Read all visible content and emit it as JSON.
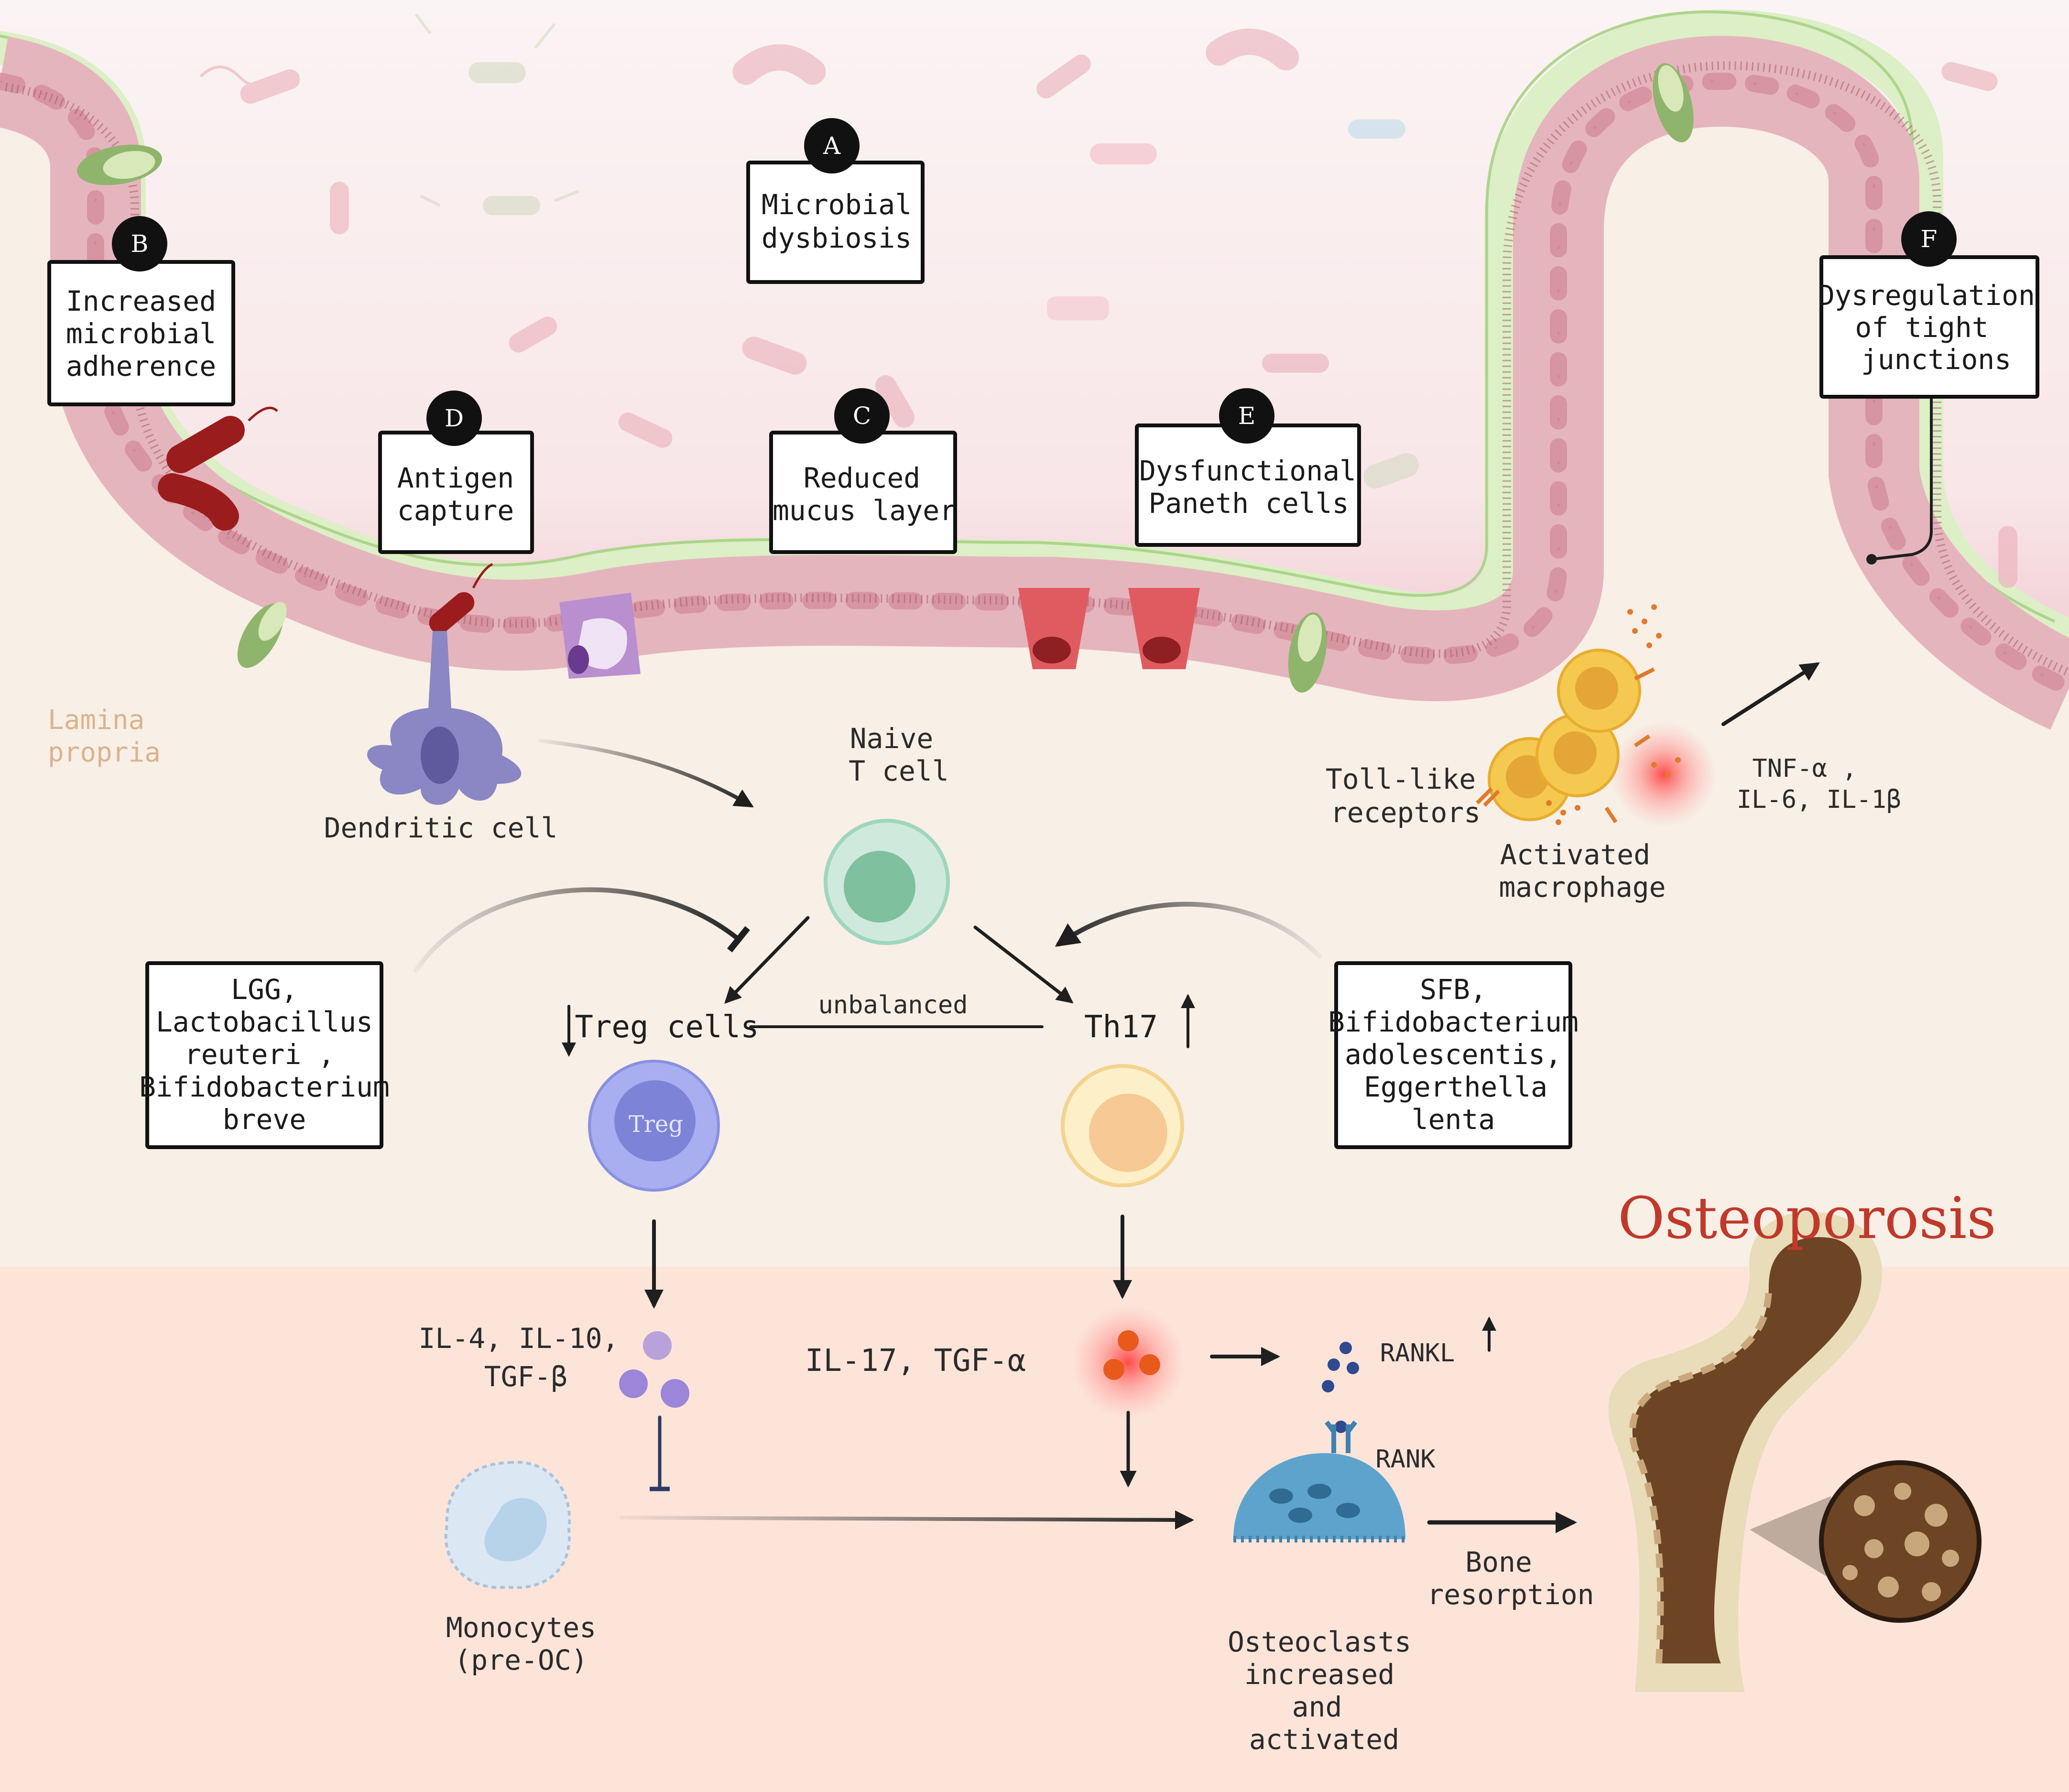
{
  "colors": {
    "lumen_top": "#fbf3f3",
    "lumen_bottom": "#f4dade",
    "lamina": "#f8efe6",
    "bone_zone": "#fde6dc",
    "mucus": "#dff0c9",
    "mucus_edge": "#9cc97a",
    "epithelium": "#e5b5bd",
    "epithelium_edge": "#a65c6a",
    "nucleus": "#d98f9c",
    "accent_red": "#c62828",
    "naive": "#9fd6bd",
    "treg": "#9aa3e8",
    "th17": "#f6d58f",
    "macrophage": "#f2c24b",
    "osteoclast": "#5ea3cc",
    "monocyte": "#cfe2f1",
    "bone": "#7b4f2b"
  },
  "boxes": {
    "a": {
      "badge": "A",
      "lines": [
        "Microbial",
        "dysbiosis"
      ]
    },
    "b": {
      "badge": "B",
      "lines": [
        "Increased",
        "microbial",
        "adherence"
      ]
    },
    "c": {
      "badge": "C",
      "lines": [
        "Reduced",
        "mucus layer"
      ]
    },
    "d": {
      "badge": "D",
      "lines": [
        "Antigen",
        "capture"
      ]
    },
    "e": {
      "badge": "E",
      "lines": [
        "Dysfunctional",
        "Paneth cells"
      ]
    },
    "f": {
      "badge": "F",
      "lines": [
        "Dysregulation",
        "of tight",
        "junctions"
      ]
    },
    "lgg": {
      "lines": [
        "LGG,",
        "Lactobacillus",
        "reuteri ,",
        "Bifidobacterium",
        "breve"
      ]
    },
    "sfb": {
      "lines": [
        "SFB,",
        "Bifidobacterium",
        "adolescentis,",
        "Eggerthella",
        "lenta"
      ]
    }
  },
  "labels": {
    "lamina_propria": [
      "Lamina",
      "propria"
    ],
    "dendritic_cell": "Dendritic cell",
    "naive_t_cell": [
      "Naive",
      "T cell"
    ],
    "toll_like": [
      "Toll-like",
      "receptors"
    ],
    "activated_macrophage": [
      "Activated",
      "macrophage"
    ],
    "cytokines_macrophage": [
      "TNF-α ,",
      "IL-6, IL-1β"
    ],
    "treg_cells": "Treg cells",
    "unbalanced": "unbalanced",
    "th17": "Th17",
    "treg_inner": "Treg",
    "osteoporosis": "Osteoporosis",
    "il4": [
      "IL-4, IL-10,",
      "TGF-β"
    ],
    "il17": "IL-17,  TGF-α",
    "rankl": "RANKL",
    "rank": "RANK",
    "monocytes": [
      "Monocytes",
      "(pre-OC)"
    ],
    "osteoclasts": [
      "Osteoclasts",
      "increased",
      "and",
      "activated"
    ],
    "bone_resorption": [
      "Bone",
      "resorption"
    ]
  }
}
